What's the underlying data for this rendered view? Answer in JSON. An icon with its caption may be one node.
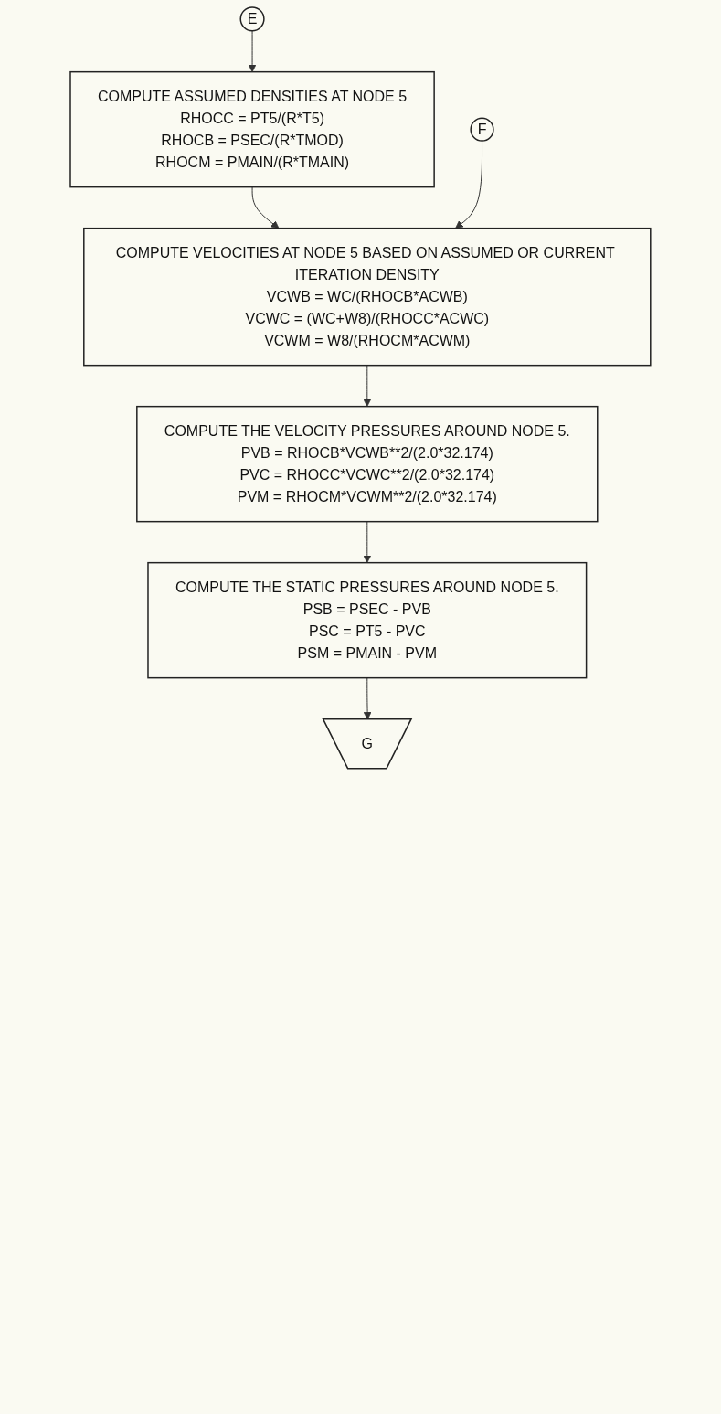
{
  "diagram": {
    "nodes": [
      {
        "text": [
          "E"
        ]
      },
      {
        "text": [
          "COMPUTE ASSUMED DENSITIES AT NODE 5",
          "RHOCC = PT5/(R*T5)",
          "RHOCB = PSEC/(R*TMOD)",
          "RHOCM = PMAIN/(R*TMAIN)"
        ]
      },
      {
        "text": [
          "F"
        ]
      },
      {
        "text": [
          "COMPUTE VELOCITIES AT NODE 5 BASED ON ASSUMED OR CURRENT ITERATION DENSITY",
          "VCWB = WC/(RHOCB*ACWB)",
          "VCWC = (WC+W8)/(RHOCC*ACWC)",
          "VCWM = W8/(RHOCM*ACWM)"
        ]
      },
      {
        "text": [
          "COMPUTE THE VELOCITY PRESSURES AROUND NODE 5.",
          "PVB = RHOCB*VCWB**2/(2.0*32.174)",
          "PVC = RHOCC*VCWC**2/(2.0*32.174)",
          "PVM = RHOCM*VCWM**2/(2.0*32.174)"
        ]
      },
      {
        "text": [
          "COMPUTE THE STATIC PRESSURES AROUND NODE 5.",
          "PSB = PSEC - PVB",
          "PSC = PT5 - PVC",
          "PSM = PMAIN - PVM"
        ]
      },
      {
        "text": [
          "G"
        ]
      }
    ],
    "edges": [
      {
        "from": 0,
        "to": 1,
        "arrow": "to"
      },
      {
        "from": 1,
        "to": 3,
        "arrow": "to"
      },
      {
        "from": 2,
        "to": 3,
        "arrow": "to"
      },
      {
        "from": 3,
        "to": 4,
        "arrow": "to"
      },
      {
        "from": 4,
        "to": 5,
        "arrow": "to"
      },
      {
        "from": 5,
        "to": 6,
        "arrow": "to"
      }
    ]
  }
}
